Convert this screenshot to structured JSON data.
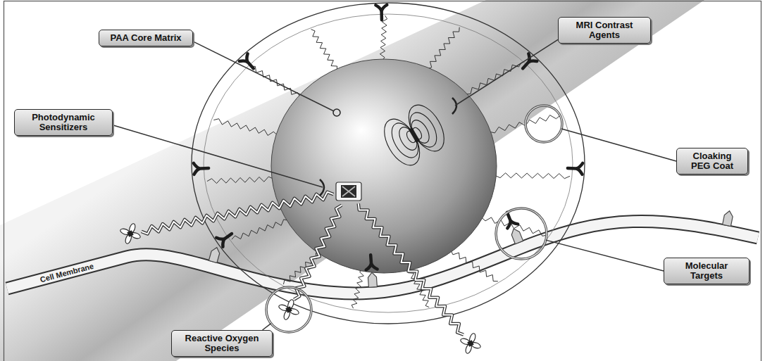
{
  "diagram": {
    "nodes": [
      {
        "text": [
          "PAA Core Matrix"
        ]
      },
      {
        "text": [
          "MRI Contrast Agents"
        ]
      },
      {
        "text": [
          "Photodynamic Sensitizers"
        ]
      },
      {
        "text": [
          "Cloaking PEG Coat"
        ]
      },
      {
        "text": [
          "Molecular Targets"
        ]
      },
      {
        "text": [
          "Reactive Oxygen Species"
        ]
      }
    ],
    "labels": [
      "Cell Membrane"
    ]
  }
}
